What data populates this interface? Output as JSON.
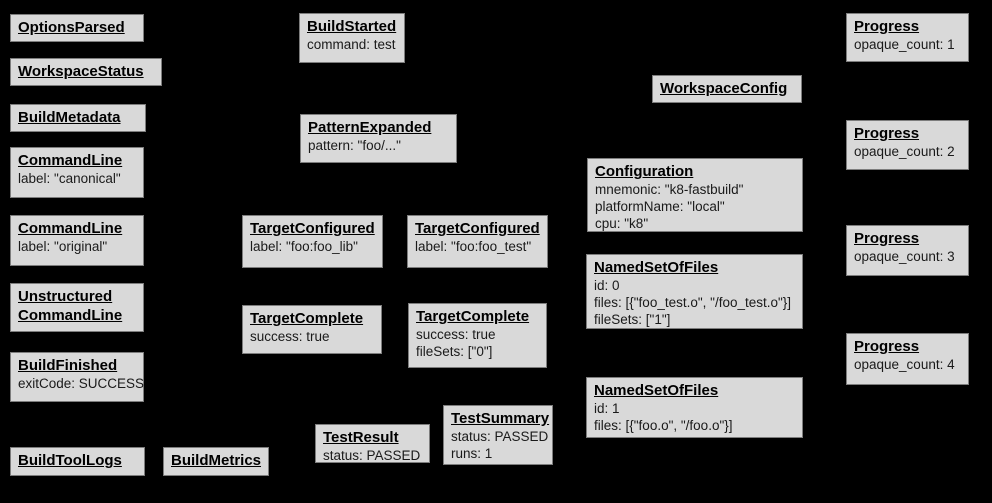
{
  "diagram": {
    "background_color": "#000000",
    "node_fill_color": "#d9d9d9",
    "node_border_color": "#7d7d7d",
    "text_color": "#000000"
  },
  "nodes": [
    {
      "title": "OptionsParsed",
      "lines": []
    },
    {
      "title": "WorkspaceStatus",
      "lines": []
    },
    {
      "title": "BuildMetadata",
      "lines": []
    },
    {
      "title": "CommandLine",
      "lines": [
        "label: \"canonical\""
      ]
    },
    {
      "title": "CommandLine",
      "lines": [
        "label: \"original\""
      ]
    },
    {
      "title": "Unstructured CommandLine",
      "lines": []
    },
    {
      "title": "BuildFinished",
      "lines": [
        "exitCode: SUCCESS"
      ]
    },
    {
      "title": "BuildToolLogs",
      "lines": []
    },
    {
      "title": "BuildMetrics",
      "lines": []
    },
    {
      "title": "BuildStarted",
      "lines": [
        "command: test"
      ]
    },
    {
      "title": "PatternExpanded",
      "lines": [
        "pattern: \"foo/...\""
      ]
    },
    {
      "title": "TargetConfigured",
      "lines": [
        "label: \"foo:foo_lib\""
      ]
    },
    {
      "title": "TargetConfigured",
      "lines": [
        "label: \"foo:foo_test\""
      ]
    },
    {
      "title": "TargetComplete",
      "lines": [
        "success: true"
      ]
    },
    {
      "title": "TargetComplete",
      "lines": [
        "success: true",
        "fileSets: [\"0\"]"
      ]
    },
    {
      "title": "TestResult",
      "lines": [
        "status: PASSED"
      ]
    },
    {
      "title": "TestSummary",
      "lines": [
        "status: PASSED",
        "runs: 1"
      ]
    },
    {
      "title": "WorkspaceConfig",
      "lines": []
    },
    {
      "title": "Configuration",
      "lines": [
        "mnemonic: \"k8-fastbuild\"",
        "platformName: \"local\"",
        "cpu: \"k8\""
      ]
    },
    {
      "title": "NamedSetOfFiles",
      "lines": [
        "id: 0",
        "files: [{\"foo_test.o\", \"/foo_test.o\"}]",
        "fileSets: [\"1\"]"
      ]
    },
    {
      "title": "NamedSetOfFiles",
      "lines": [
        "id: 1",
        "files: [{\"foo.o\", \"/foo.o\"}]"
      ]
    },
    {
      "title": "Progress",
      "lines": [
        "opaque_count: 1"
      ]
    },
    {
      "title": "Progress",
      "lines": [
        "opaque_count: 2"
      ]
    },
    {
      "title": "Progress",
      "lines": [
        "opaque_count: 3"
      ]
    },
    {
      "title": "Progress",
      "lines": [
        "opaque_count: 4"
      ]
    }
  ]
}
